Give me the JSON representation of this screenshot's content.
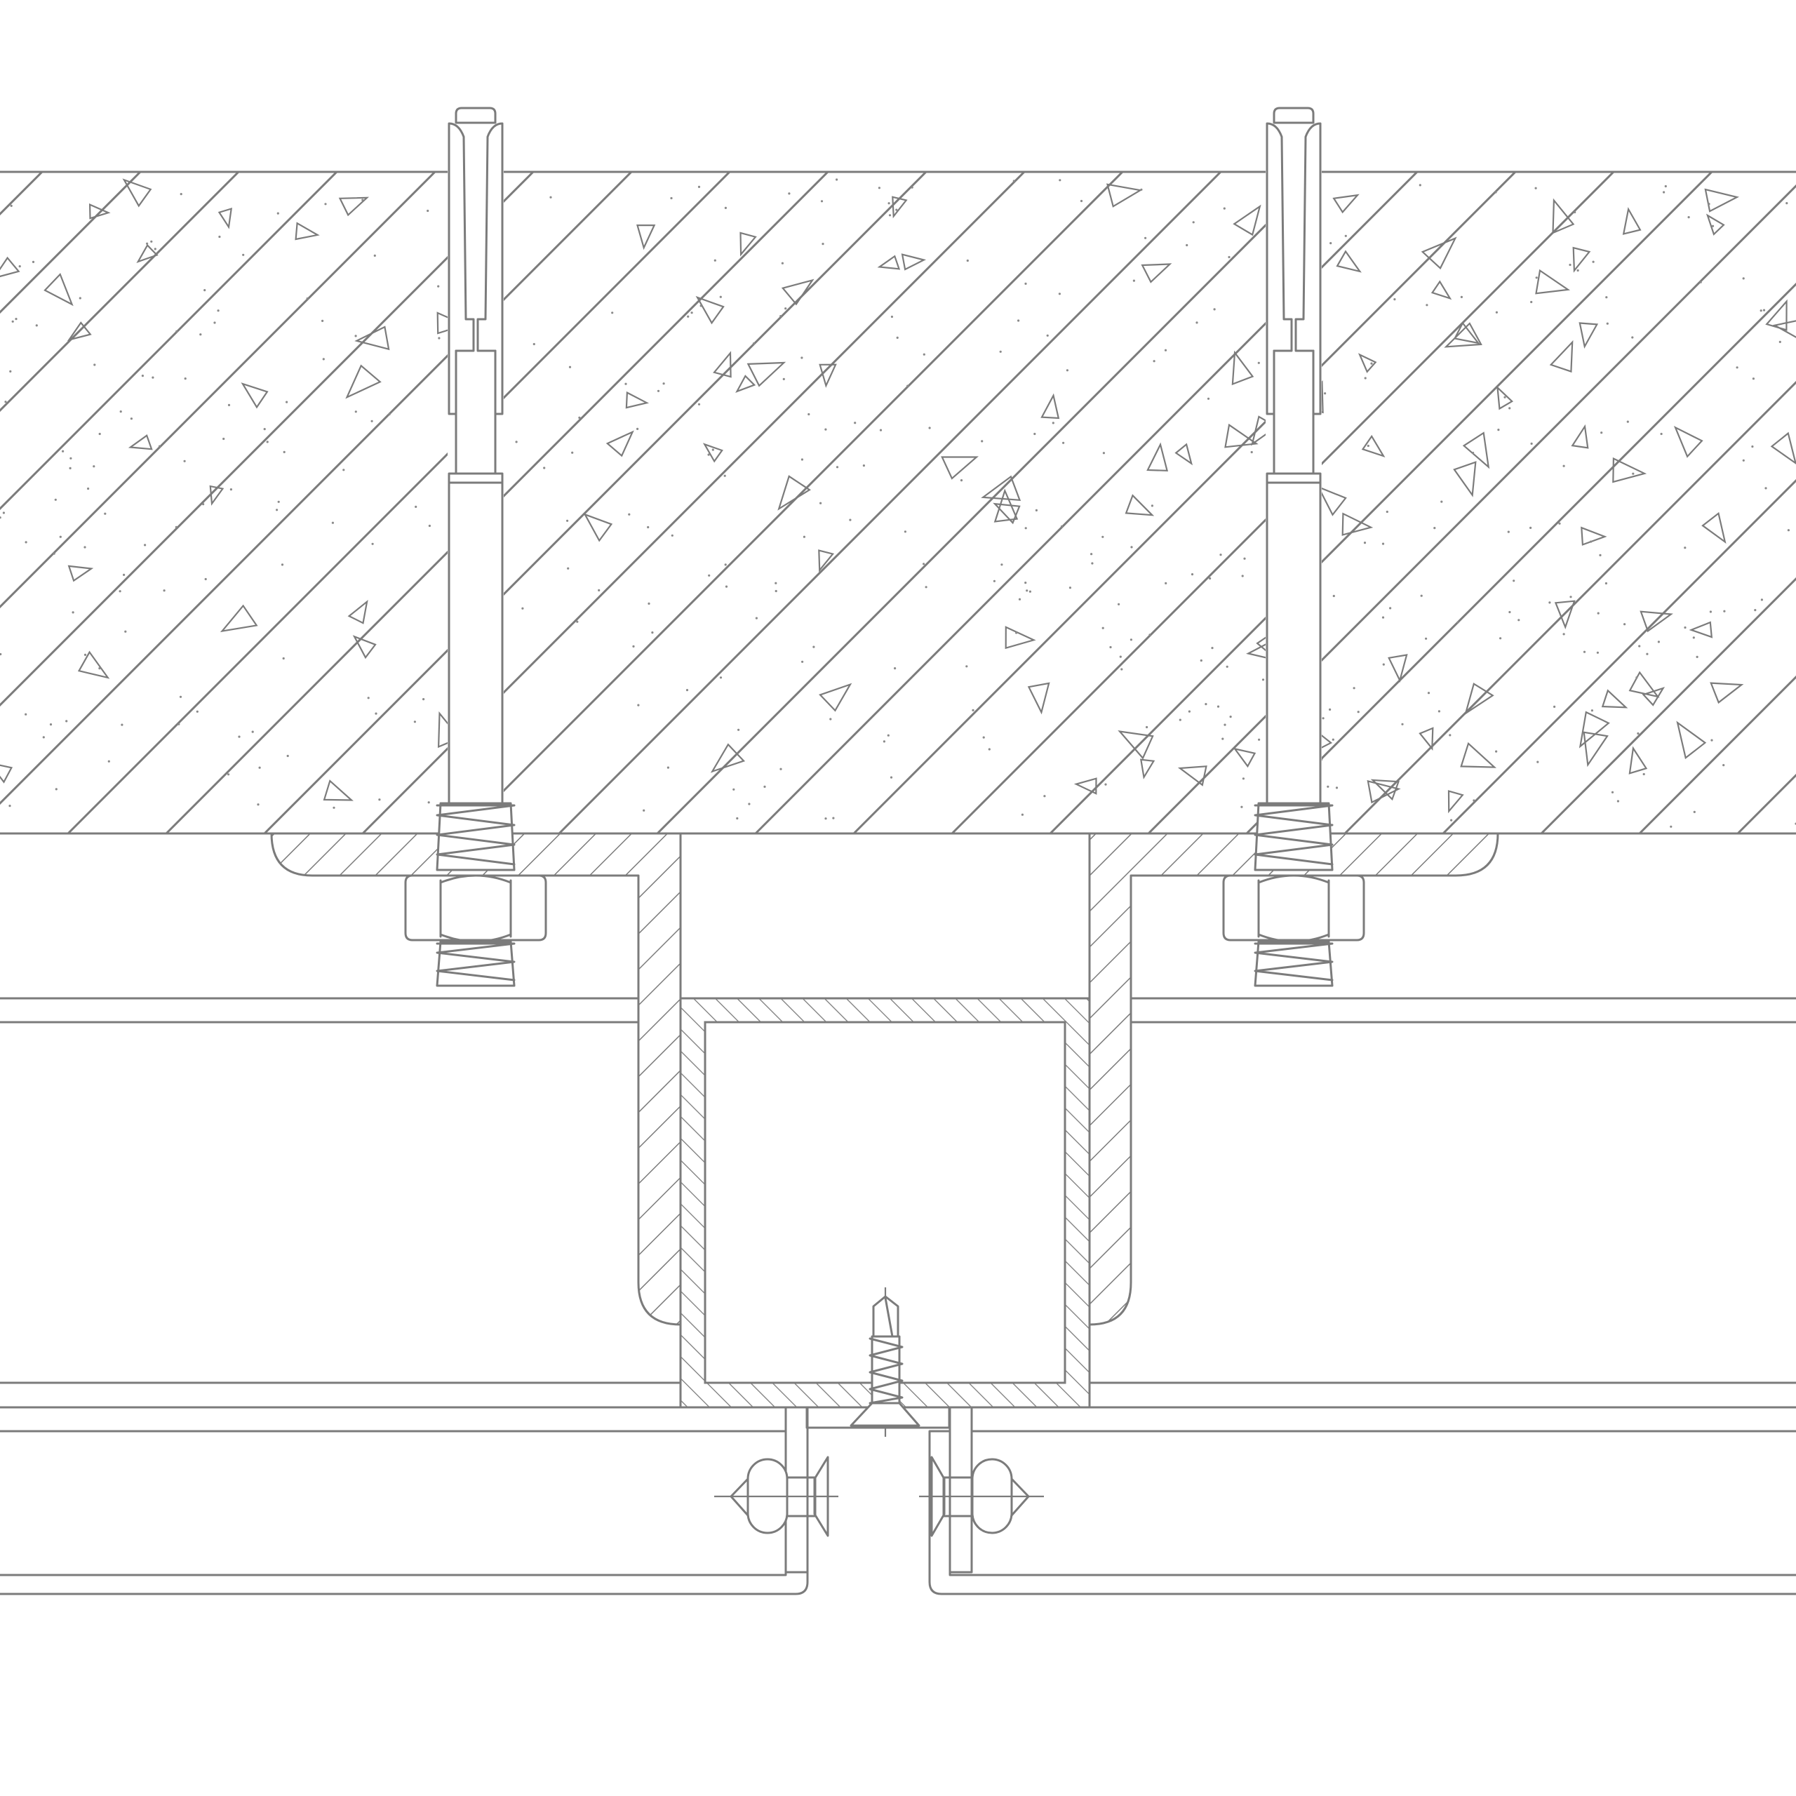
{
  "drawing": {
    "line_color": "#7b7b7b",
    "background": "#ffffff"
  },
  "components": [
    {
      "name": "concrete-slab",
      "icon": "concrete-hatch"
    },
    {
      "name": "anchor-bolt-left",
      "icon": "expansion-anchor"
    },
    {
      "name": "anchor-bolt-right",
      "icon": "expansion-anchor"
    },
    {
      "name": "steel-bracket",
      "icon": "hatched-bracket"
    },
    {
      "name": "square-steel-tube",
      "icon": "hatched-tube"
    },
    {
      "name": "self-tapping-screw",
      "icon": "screw"
    },
    {
      "name": "panel-clip-left",
      "icon": "clip"
    },
    {
      "name": "panel-clip-right",
      "icon": "clip"
    }
  ]
}
